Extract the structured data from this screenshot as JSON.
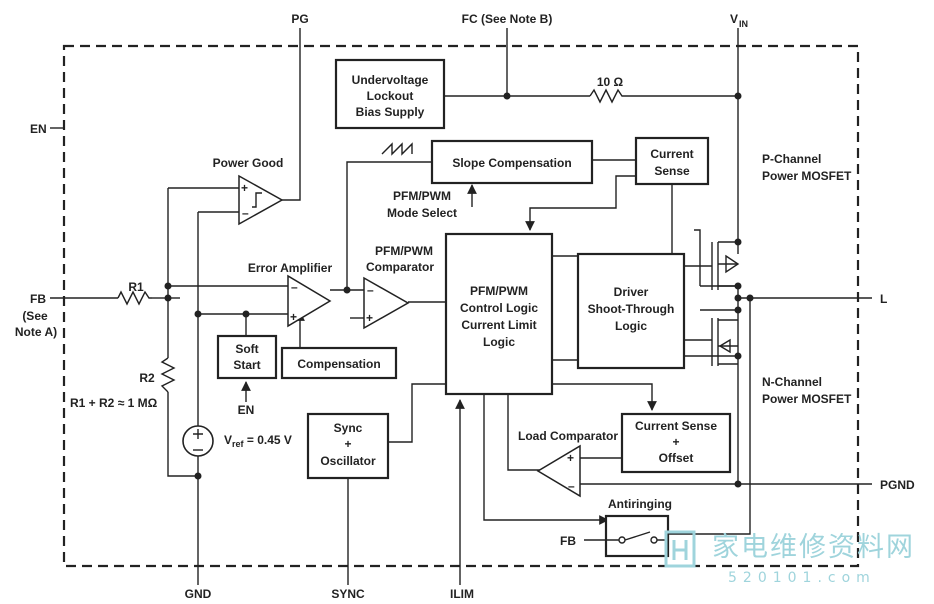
{
  "pins": {
    "pg": "PG",
    "fc": "FC (See Note B)",
    "vin_main": "V",
    "vin_sub": "IN",
    "en": "EN",
    "fb": "FB",
    "fb_note_1": "(See",
    "fb_note_2": "Note A)",
    "l": "L",
    "pgnd": "PGND",
    "gnd": "GND",
    "sync": "SYNC",
    "ilim": "ILIM"
  },
  "blocks": {
    "uvlo_1": "Undervoltage",
    "uvlo_2": "Lockout",
    "uvlo_3": "Bias Supply",
    "slope": "Slope Compensation",
    "current_sense_1": "Current",
    "current_sense_2": "Sense",
    "control_1": "PFM/PWM",
    "control_2": "Control Logic",
    "control_3": "Current Limit",
    "control_4": "Logic",
    "driver_1": "Driver",
    "driver_2": "Shoot-Through",
    "driver_3": "Logic",
    "soft_1": "Soft",
    "soft_2": "Start",
    "compensation": "Compensation",
    "sync_1": "Sync",
    "sync_2": "+",
    "sync_3": "Oscillator",
    "cso_1": "Current Sense",
    "cso_2": "+",
    "cso_3": "Offset"
  },
  "labels": {
    "resistor_10": "10 Ω",
    "power_good": "Power Good",
    "mode_1": "PFM/PWM",
    "mode_2": "Mode Select",
    "error_amp": "Error Amplifier",
    "comp_1": "PFM/PWM",
    "comp_2": "Comparator",
    "pch_1": "P-Channel",
    "pch_2": "Power MOSFET",
    "nch_1": "N-Channel",
    "nch_2": "Power MOSFET",
    "r1": "R1",
    "r2": "R2",
    "r_sum": "R1 + R2 ≈ 1 MΩ",
    "en_soft": "EN",
    "vref_main": "V",
    "vref_sub": "ref",
    "vref_val": " = 0.45 V",
    "load_comp": "Load Comparator",
    "antiringing": "Antiringing",
    "fb_switch": "FB"
  },
  "watermark": {
    "chinese": "家电维修资料网",
    "site": "520101.com"
  }
}
